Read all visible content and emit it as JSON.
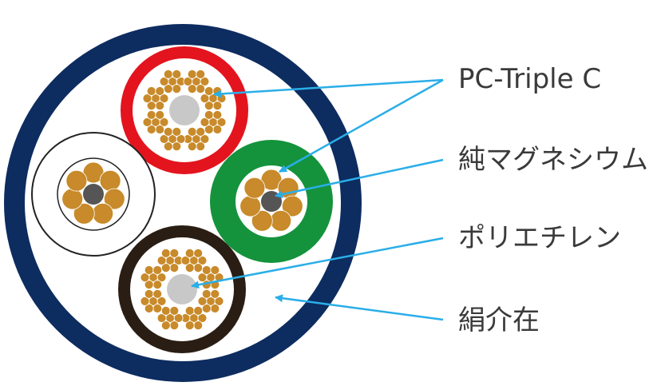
{
  "labels": {
    "copper": "PC-Triple C",
    "magnesium": "純マグネシウム",
    "polyethylene": "ポリエチレン",
    "filler": "絹介在"
  },
  "colors": {
    "outer_jacket": "#0d2c60",
    "filler": "#ffffff",
    "red_insulation": "#e3141e",
    "green_insulation": "#14933c",
    "black_insulation": "#2a1e14",
    "white_insulation": "#ffffff",
    "copper_strand": "#c88a2a",
    "center_gray": "#c8c8c8",
    "magnesium_core": "#555555",
    "leader_line": "#2aaee8",
    "label_text": "#3a3a3a"
  }
}
